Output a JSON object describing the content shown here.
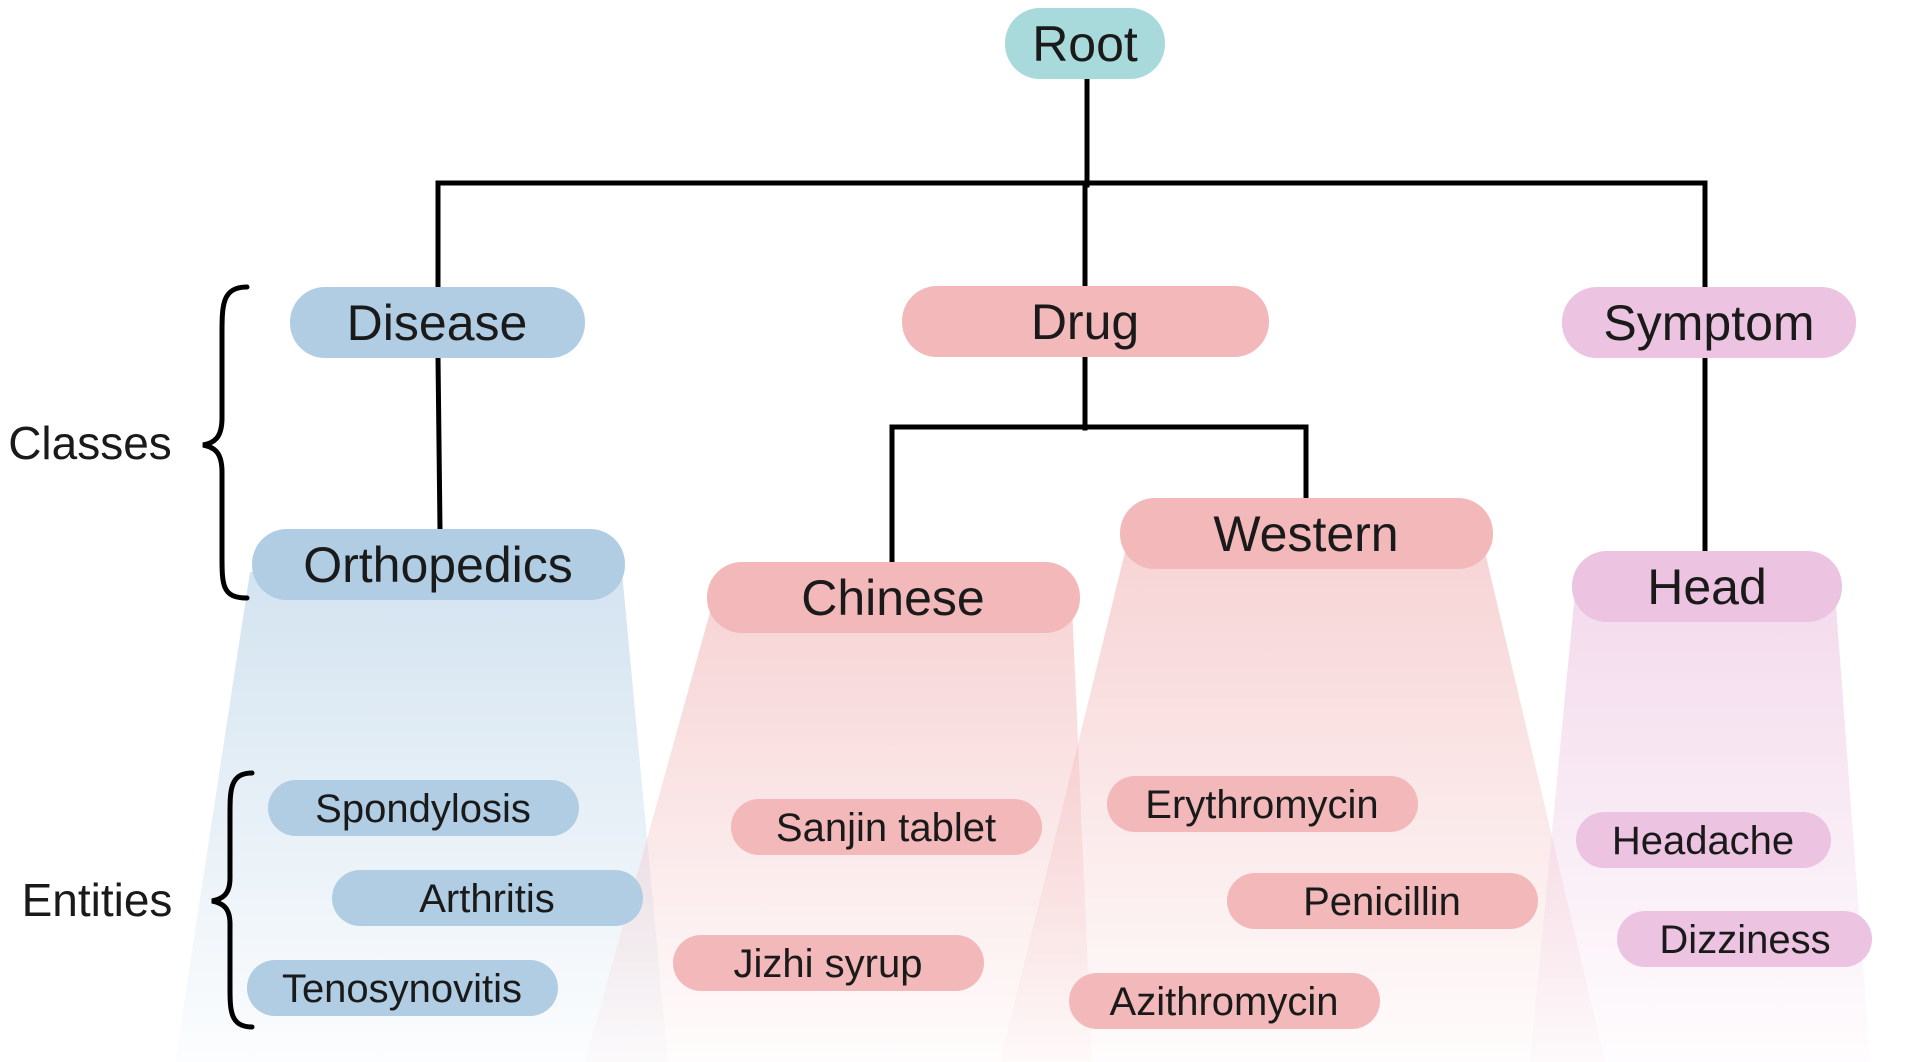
{
  "side_labels": {
    "classes": "Classes",
    "entities": "Entities"
  },
  "colors": {
    "root": "#a8dadc",
    "disease": "#b0cde4",
    "drug": "#f2b8ba",
    "symptom": "#ecc3e0",
    "line": "#000000"
  },
  "nodes": {
    "root": "Root",
    "disease": "Disease",
    "drug": "Drug",
    "symptom": "Symptom",
    "orthopedics": "Orthopedics",
    "chinese": "Chinese",
    "western": "Western",
    "head": "Head"
  },
  "entities": {
    "orthopedics": [
      "Spondylosis",
      "Arthritis",
      "Tenosynovitis"
    ],
    "chinese": [
      "Sanjin tablet",
      "Jizhi syrup"
    ],
    "western": [
      "Erythromycin",
      "Penicillin",
      "Azithromycin"
    ],
    "head": [
      "Headache",
      "Dizziness"
    ]
  }
}
